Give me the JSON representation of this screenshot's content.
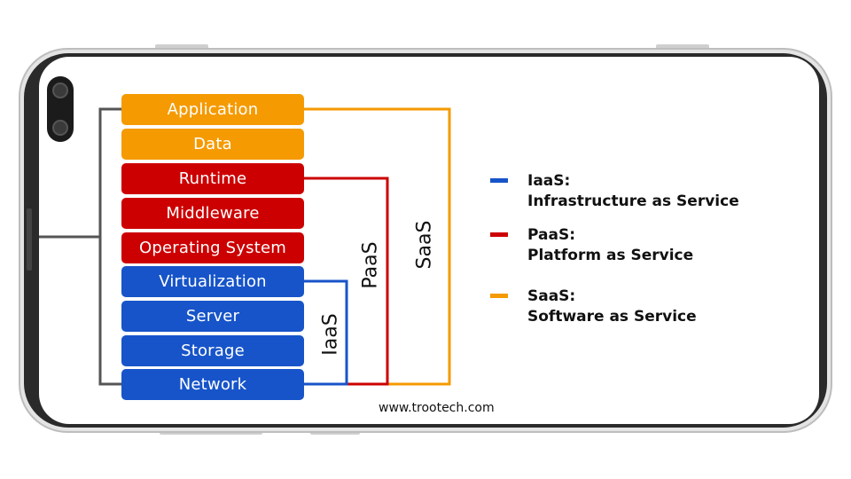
{
  "colors": {
    "orange": "#f59a00",
    "red": "#cc0000",
    "blue": "#1754c9",
    "frame": "#555555"
  },
  "layers": [
    {
      "label": "Application",
      "color": "orange"
    },
    {
      "label": "Data",
      "color": "orange"
    },
    {
      "label": "Runtime",
      "color": "red"
    },
    {
      "label": "Middleware",
      "color": "red"
    },
    {
      "label": "Operating System",
      "color": "red"
    },
    {
      "label": "Virtualization",
      "color": "blue"
    },
    {
      "label": "Server",
      "color": "blue"
    },
    {
      "label": "Storage",
      "color": "blue"
    },
    {
      "label": "Network",
      "color": "blue"
    }
  ],
  "brackets": {
    "iaas": "IaaS",
    "paas": "PaaS",
    "saas": "SaaS"
  },
  "legend": [
    {
      "name": "IaaS:",
      "desc": "Infrastructure as Service",
      "color": "blue"
    },
    {
      "name": "PaaS:",
      "desc": "Platform as Service",
      "color": "red"
    },
    {
      "name": "SaaS:",
      "desc": "Software as Service",
      "color": "orange"
    }
  ],
  "footer": "www.trootech.com"
}
